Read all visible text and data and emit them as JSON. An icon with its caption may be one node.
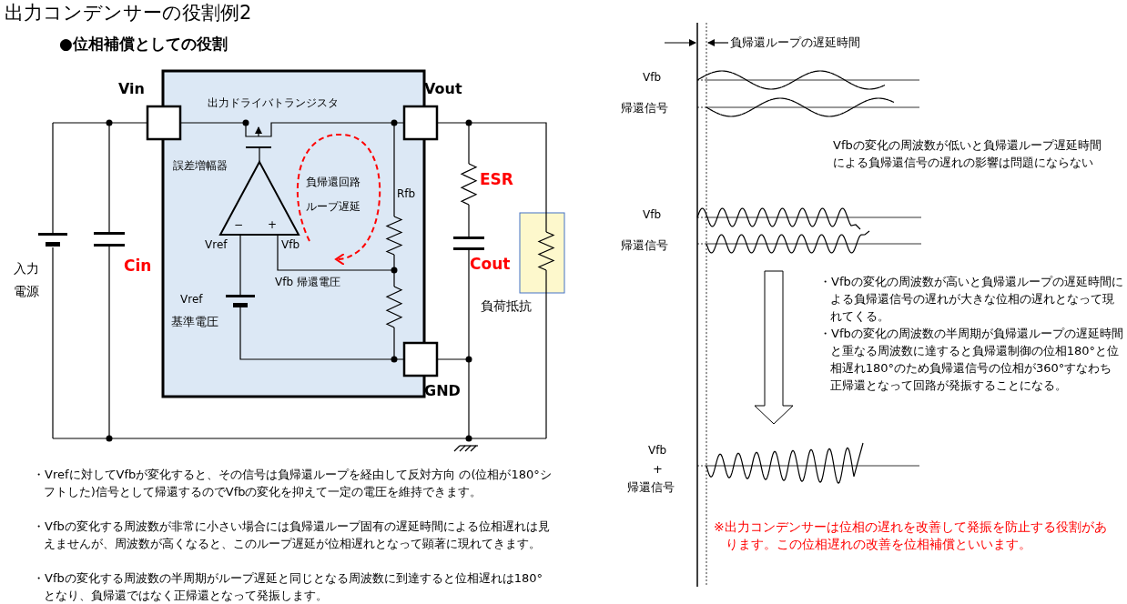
{
  "diagram": {
    "title": "出力コンデンサーの役割例2",
    "labels": [
      "●位相補償としての役割",
      "Vin",
      "Vout",
      "出力ドライバトランジスタ",
      "誤差増幅器",
      "負帰還回路",
      "ループ遅延",
      "Rfb",
      "ESR",
      "−",
      "+",
      "Vref",
      "Vfb",
      "入力",
      "電源",
      "Cin",
      "Cout",
      "Vfb 帰還電圧",
      "Vref",
      "基準電圧",
      "負荷抵抗",
      "GND",
      "・Vrefに対してVfbが変化すると、その信号は負帰還ループを経由して反対方向 の(位相が180°シフトした)信号として帰還するのでVfbの変化を抑えて一定の電圧を維持できます。",
      "・Vfbの変化する周波数が非常に小さい場合には負帰還ループ固有の遅延時間による位相遅れは見えませんが、周波数が高くなると、このループ遅延が位相遅れとなって顕著に現れてきます。",
      "・Vfbの変化する周波数の半周期がループ遅延と同じとなる周波数に到達すると位相遅れは180°となり、負帰還ではなく正帰還となって発振します。",
      "負帰還ループの遅延時間",
      "Vfb",
      "帰還信号",
      "Vfbの変化の周波数が低いと負帰還ループ遅延時間による負帰還信号の遅れの影響は問題にならない",
      "Vfb",
      "帰還信号",
      "・Vfbの変化の周波数が高いと負帰還ループの遅延時間による負帰還信号の遅れが大きな位相の遅れとなって現れてくる。",
      "・Vfbの変化の周波数の半周期が負帰還ループの遅延時間と重なる周波数に達すると負帰還制御の位相180°と位相遅れ180°のため負帰還信号の位相が360°すなわち正帰還となって回路が発振することになる。",
      "Vfb",
      "+",
      "帰還信号",
      "※出力コンデンサーは位相の遅れを改善して発振を防止する役割があります。この位相遅れの改善を位相補償といいます。"
    ]
  }
}
